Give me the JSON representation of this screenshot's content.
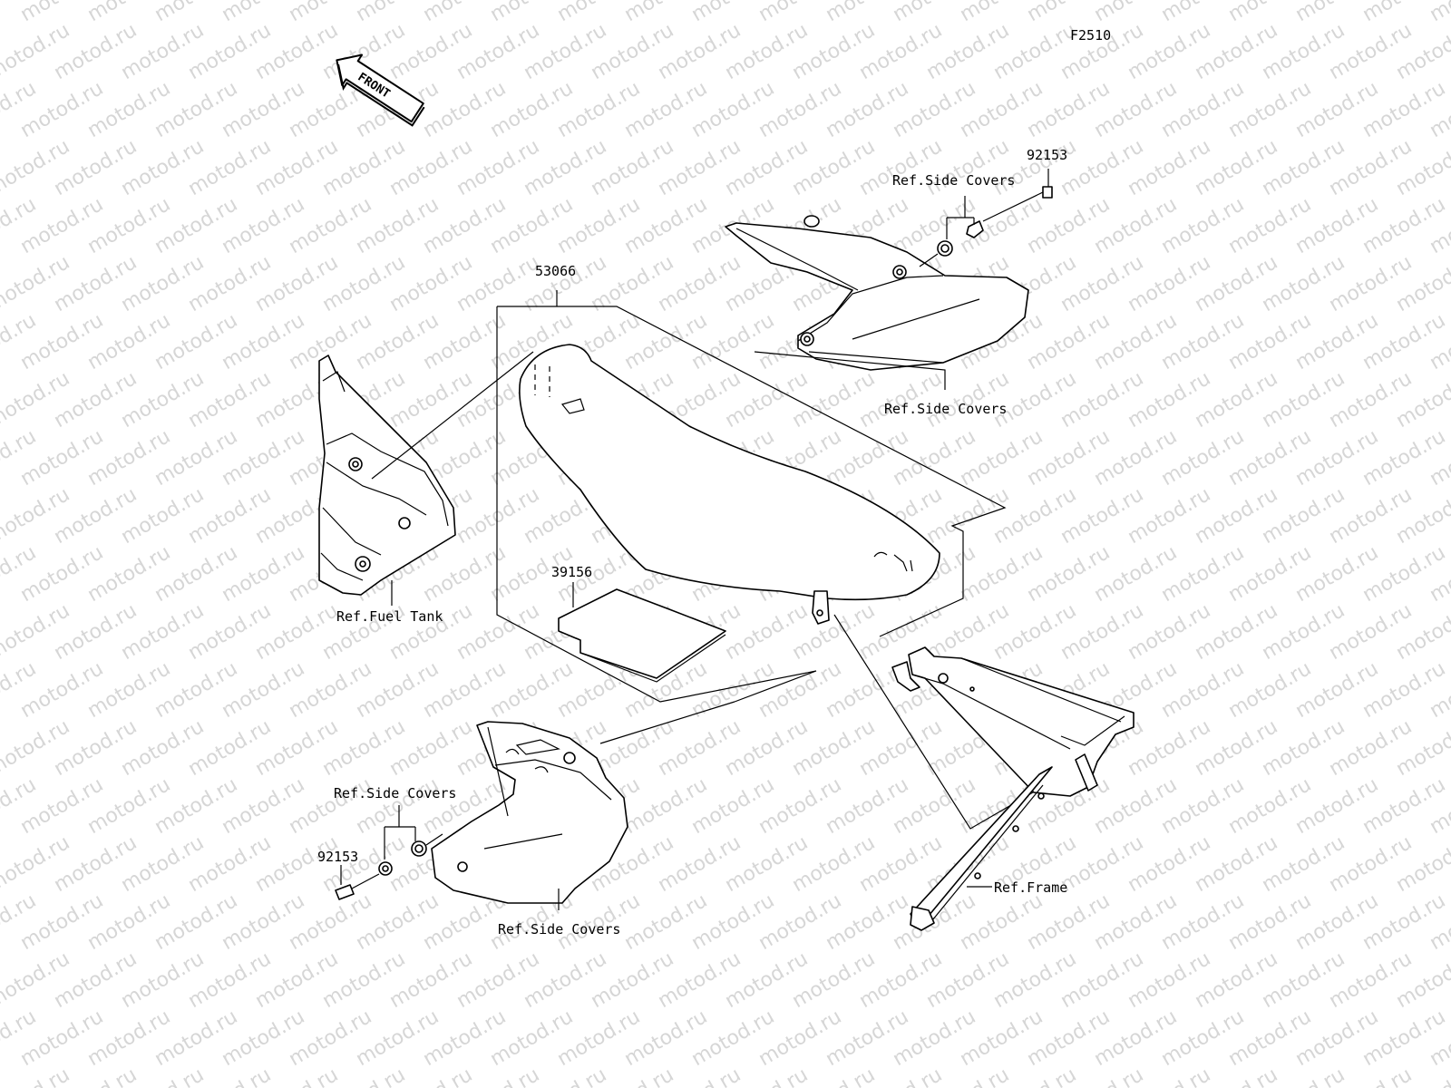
{
  "figure_code": "F2510",
  "front_arrow_label": "FRONT",
  "watermark_text": "motod.ru",
  "labels": {
    "part_53066": "53066",
    "part_39156": "39156",
    "part_92153_top": "92153",
    "part_92153_bottom": "92153",
    "ref_side_covers_top_bolt": "Ref.Side Covers",
    "ref_side_covers_top_panel": "Ref.Side Covers",
    "ref_side_covers_bottom_bolt": "Ref.Side Covers",
    "ref_side_covers_bottom_panel": "Ref.Side Covers",
    "ref_fuel_tank": "Ref.Fuel Tank",
    "ref_frame": "Ref.Frame"
  }
}
